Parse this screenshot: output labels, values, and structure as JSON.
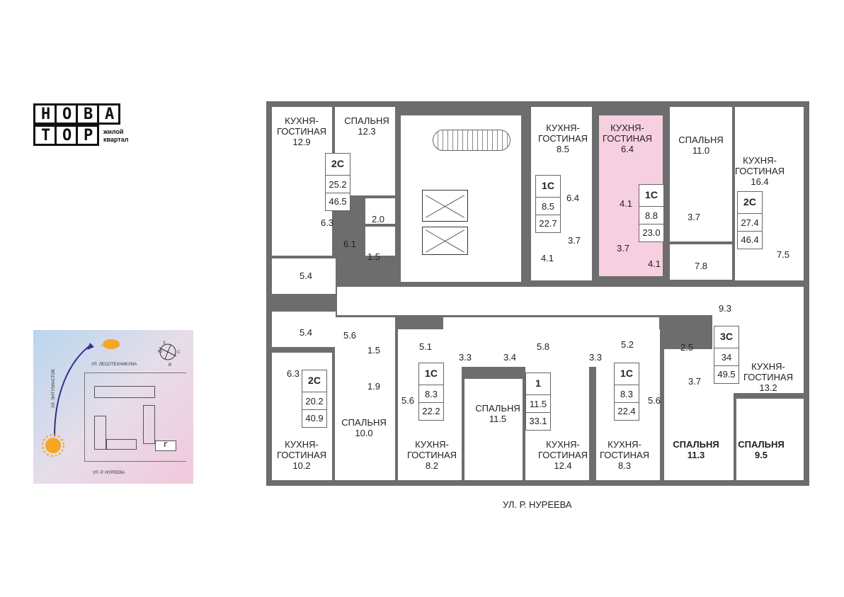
{
  "logo": {
    "row1": [
      "Н",
      "О",
      "В",
      "А"
    ],
    "row2": [
      "Т",
      "О",
      "Р"
    ],
    "sub_line1": "жилой",
    "sub_line2": "квартал"
  },
  "compass": {
    "street_top": "УЛ. ЛЕСОТЕХНИКУМА",
    "street_left": "УЛ. ЭНТУЗИАСТОВ",
    "street_bottom": "УЛ. Р. НУРЕЕВА",
    "section": "Г",
    "dir_n": "З",
    "dir_e": "С",
    "dir_s": "В",
    "dir_w": "Ю"
  },
  "street_label": "УЛ. Р. НУРЕЕВА",
  "rooms": {
    "r1": {
      "name1": "КУХНЯ-",
      "name2": "ГОСТИНАЯ",
      "area": "12.9"
    },
    "r2": {
      "name1": "СПАЛЬНЯ",
      "area": "12.3"
    },
    "r3": {
      "name1": "КУХНЯ-",
      "name2": "ГОСТИНАЯ",
      "area": "8.5"
    },
    "r4": {
      "name1": "КУХНЯ-",
      "name2": "ГОСТИНАЯ",
      "area": "6.4"
    },
    "r5": {
      "name1": "СПАЛЬНЯ",
      "area": "11.0"
    },
    "r6": {
      "name1": "КУХНЯ-",
      "name2": "ГОСТИНАЯ",
      "area": "16.4"
    },
    "r7": {
      "name1": "КУХНЯ-",
      "name2": "ГОСТИНАЯ",
      "area": "13.2"
    },
    "r8": {
      "name1": "СПАЛЬНЯ",
      "area": "10.0"
    },
    "r9": {
      "name1": "КУХНЯ-",
      "name2": "ГОСТИНАЯ",
      "area": "10.2"
    },
    "r10": {
      "name1": "КУХНЯ-",
      "name2": "ГОСТИНАЯ",
      "area": "8.2"
    },
    "r11": {
      "name1": "СПАЛЬНЯ",
      "area": "11.5"
    },
    "r12": {
      "name1": "КУХНЯ-",
      "name2": "ГОСТИНАЯ",
      "area": "12.4"
    },
    "r13": {
      "name1": "КУХНЯ-",
      "name2": "ГОСТИНАЯ",
      "area": "8.3"
    },
    "r14": {
      "name1": "СПАЛЬНЯ",
      "area": "11.3"
    },
    "r15": {
      "name1": "СПАЛЬНЯ",
      "area": "9.5"
    }
  },
  "small_areas": [
    "6.3",
    "2.0",
    "6.1",
    "1.5",
    "5.4",
    "6.4",
    "3.7",
    "4.1",
    "4.1",
    "3.7",
    "4.1",
    "3.7",
    "7.8",
    "7.5",
    "9.3",
    "2.5",
    "3.7",
    "5.4",
    "5.6",
    "1.5",
    "6.3",
    "1.9",
    "5.1",
    "3.3",
    "3.4",
    "5.8",
    "3.3",
    "5.2",
    "5.6",
    "5.6"
  ],
  "apartments": [
    {
      "type": "2С",
      "living": "25.2",
      "total": "46.5"
    },
    {
      "type": "1С",
      "living": "8.5",
      "total": "22.7"
    },
    {
      "type": "1С",
      "living": "8.8",
      "total": "23.0"
    },
    {
      "type": "2С",
      "living": "27.4",
      "total": "46.4"
    },
    {
      "type": "3С",
      "living": "34",
      "total": "49.5"
    },
    {
      "type": "2С",
      "living": "20.2",
      "total": "40.9"
    },
    {
      "type": "1С",
      "living": "8.3",
      "total": "22.2"
    },
    {
      "type": "1",
      "living": "11.5",
      "total": "33.1"
    },
    {
      "type": "1С",
      "living": "8.3",
      "total": "22.4"
    }
  ],
  "colors": {
    "wall": "#6d6d6d",
    "highlight": "#f6cfe0",
    "sun": "#f5a623",
    "arrow": "#3a2d8c"
  }
}
